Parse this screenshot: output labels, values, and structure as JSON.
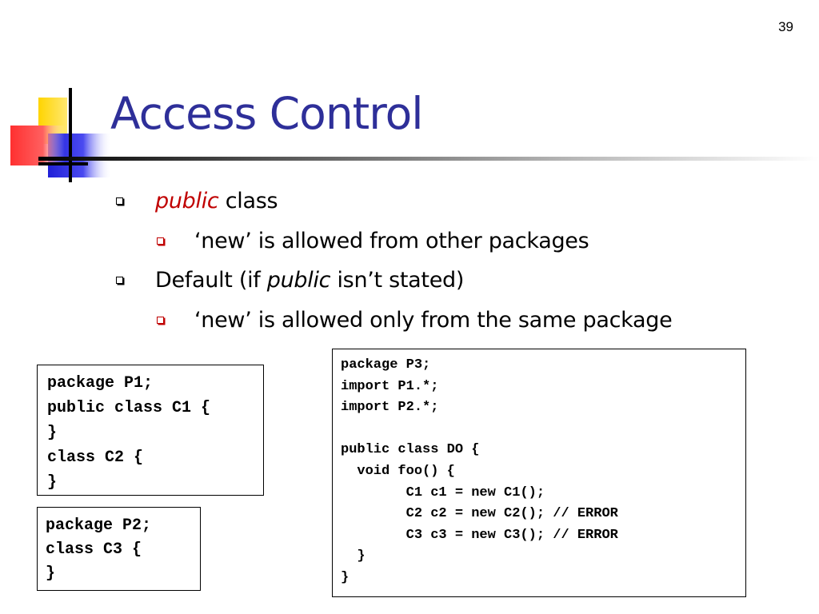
{
  "slide": {
    "number": "39",
    "title": "Access Control"
  },
  "bullets": [
    {
      "level": 1,
      "parts": [
        {
          "text": "public",
          "style": "kw"
        },
        {
          "text": " class",
          "style": ""
        }
      ]
    },
    {
      "level": 2,
      "parts": [
        {
          "text": "‘new’ is allowed from other packages",
          "style": ""
        }
      ]
    },
    {
      "level": 1,
      "parts": [
        {
          "text": "Default (if ",
          "style": ""
        },
        {
          "text": "public",
          "style": "em"
        },
        {
          "text": " isn’t stated)",
          "style": ""
        }
      ]
    },
    {
      "level": 2,
      "parts": [
        {
          "text": "‘new’ is allowed only from the same package",
          "style": ""
        }
      ]
    }
  ],
  "code_blocks": {
    "p1": [
      "package P1;",
      "public class C1 {",
      "}",
      "class C2 {",
      "}"
    ],
    "p2": [
      "package P2;",
      "class C3 {",
      "}"
    ],
    "p3": [
      "package P3;",
      "import P1.*;",
      "import P2.*;",
      "",
      "public class DO {",
      "  void foo() {",
      "        C1 c1 = new C1();",
      "        C2 c2 = new C2(); // ERROR",
      "        C3 c3 = new C3(); // ERROR",
      "  }",
      "}"
    ]
  },
  "colors": {
    "title": "#2e2f99",
    "keyword": "#c00000",
    "deco_yellow": "#ffd700",
    "deco_red": "#ff4040",
    "deco_blue": "#2222dd"
  }
}
